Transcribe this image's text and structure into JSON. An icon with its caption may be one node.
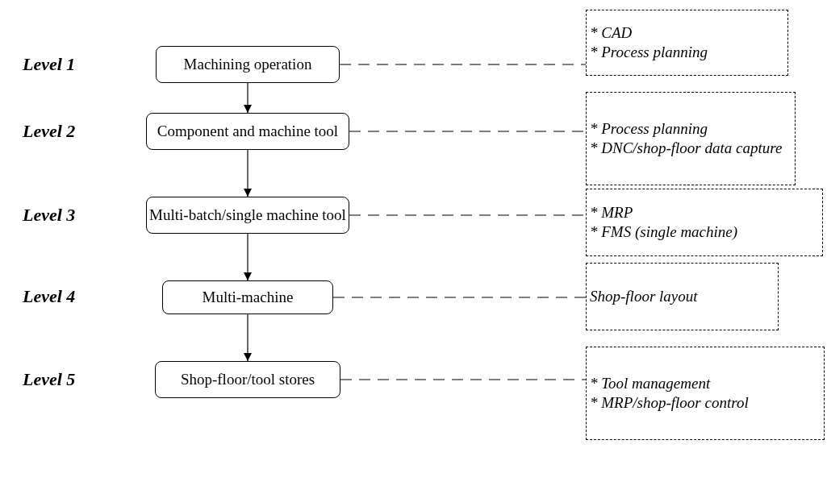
{
  "diagram": {
    "nodes": [
      {
        "text": [
          "Machining operation"
        ]
      },
      {
        "text": [
          "Component and machine tool"
        ]
      },
      {
        "text": [
          "Multi-batch/single machine tool"
        ]
      },
      {
        "text": [
          "Multi-machine"
        ]
      },
      {
        "text": [
          "Shop-floor/tool stores"
        ]
      },
      {
        "text": [
          "* CAD",
          "* Process planning"
        ]
      },
      {
        "text": [
          "* Process planning",
          "* DNC/shop-floor data capture"
        ]
      },
      {
        "text": [
          "* MRP",
          "* FMS (single machine)"
        ]
      },
      {
        "text": [
          "Shop-floor layout"
        ]
      },
      {
        "text": [
          "* Tool management",
          "* MRP/shop-floor control"
        ]
      }
    ],
    "edges": [
      {
        "from": 0,
        "to": 1,
        "arrow": "to"
      },
      {
        "from": 1,
        "to": 2,
        "arrow": "to"
      },
      {
        "from": 2,
        "to": 3,
        "arrow": "to"
      },
      {
        "from": 3,
        "to": 4,
        "arrow": "to"
      },
      {
        "from": 0,
        "to": 5,
        "arrow": "none",
        "style": "dashed"
      },
      {
        "from": 1,
        "to": 6,
        "arrow": "none",
        "style": "dashed"
      },
      {
        "from": 2,
        "to": 7,
        "arrow": "none",
        "style": "dashed"
      },
      {
        "from": 3,
        "to": 8,
        "arrow": "none",
        "style": "dashed"
      },
      {
        "from": 4,
        "to": 9,
        "arrow": "none",
        "style": "dashed"
      }
    ],
    "labels": [
      "Level 1",
      "Level 2",
      "Level 3",
      "Level 4",
      "Level 5"
    ]
  }
}
